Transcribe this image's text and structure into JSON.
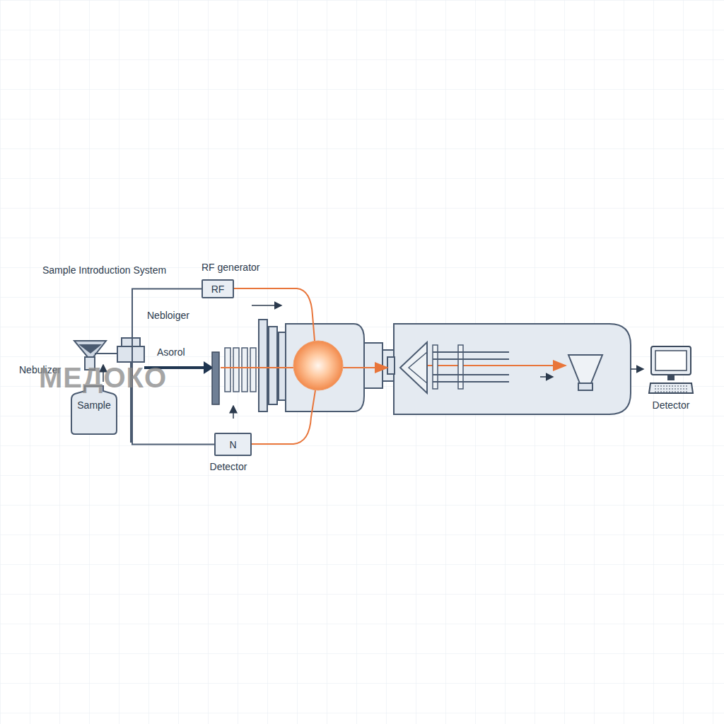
{
  "diagram": {
    "nodes": [
      {
        "text": [
          "Sample"
        ]
      },
      {
        "text": [
          "RF generator",
          "RF"
        ]
      },
      {
        "text": [
          "N",
          "Detector"
        ]
      },
      {
        "text": [
          "Detector"
        ]
      }
    ],
    "edges": [
      {
        "from": 1,
        "to": 2,
        "arrow": "none"
      }
    ],
    "labels": [
      "Sample Introduction System",
      "Nebloiger",
      "Asorol",
      "Nebulizer",
      "МЕДОКО"
    ]
  }
}
